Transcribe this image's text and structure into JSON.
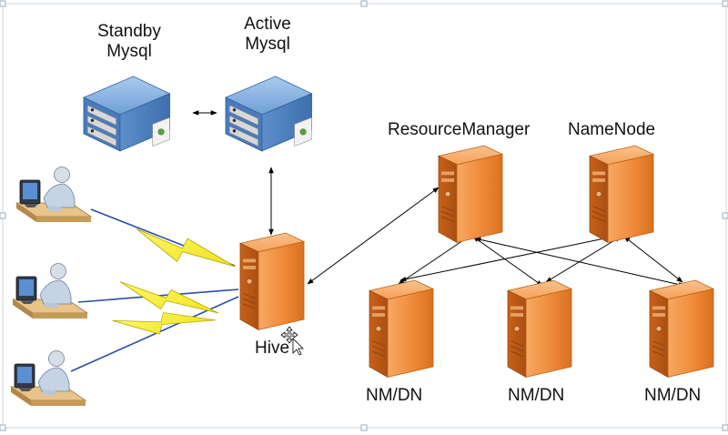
{
  "diagram": {
    "nodes": {
      "standby_mysql": {
        "line1": "Standby",
        "line2": "Mysql"
      },
      "active_mysql": {
        "line1": "Active",
        "line2": "Mysql"
      },
      "resource_manager": {
        "label": "ResourceManager"
      },
      "name_node": {
        "label": "NameNode"
      },
      "hive": {
        "label": "Hive"
      },
      "worker_1": {
        "label": "NM/DN"
      },
      "worker_2": {
        "label": "NM/DN"
      },
      "worker_3": {
        "label": "NM/DN"
      }
    },
    "colors": {
      "server_orange": "#f08a3a",
      "server_dark": "#c85f15",
      "db_blue": "#4f86c6",
      "lightning_yellow": "#f5ee2a",
      "link_blue": "#2a4ea8",
      "arrow_black": "#000000"
    },
    "icons": {
      "mysql_server": "database-server-icon",
      "cluster_server": "tower-server-icon",
      "client": "user-workstation-icon",
      "link": "lightning-bolt-icon",
      "cursor": "move-cursor-icon"
    }
  }
}
